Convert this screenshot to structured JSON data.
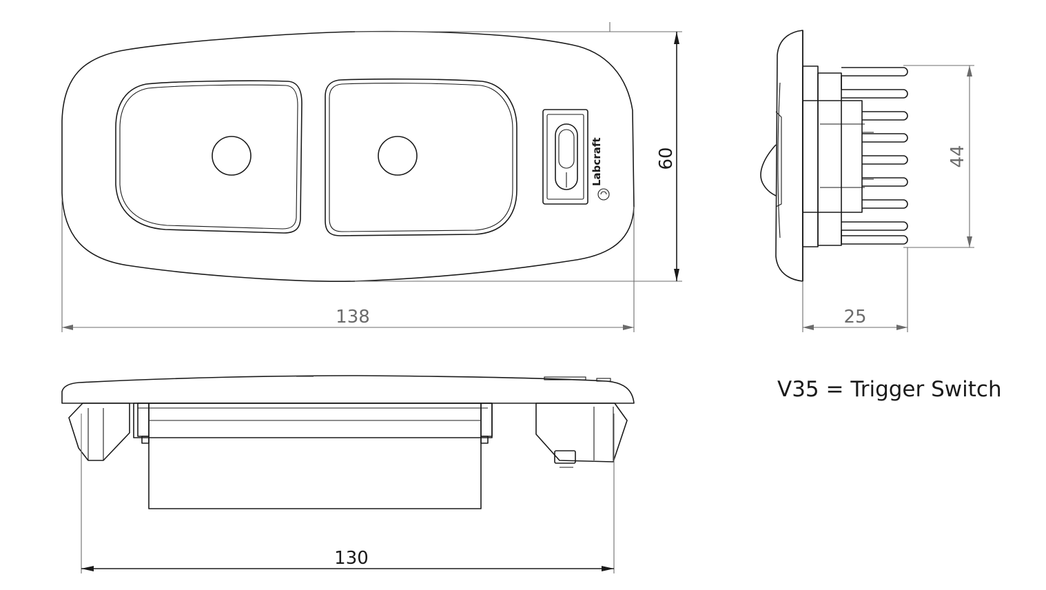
{
  "dimensions": {
    "front_width": "138",
    "front_height": "60",
    "side_depth": "25",
    "side_height": "44",
    "bottom_width": "130"
  },
  "note": "V35 = Trigger Switch",
  "brand_logo": "Labcraft",
  "colors": {
    "line": "#1a1a1a",
    "dimension": "#6b6b6b",
    "background": "#ffffff"
  }
}
